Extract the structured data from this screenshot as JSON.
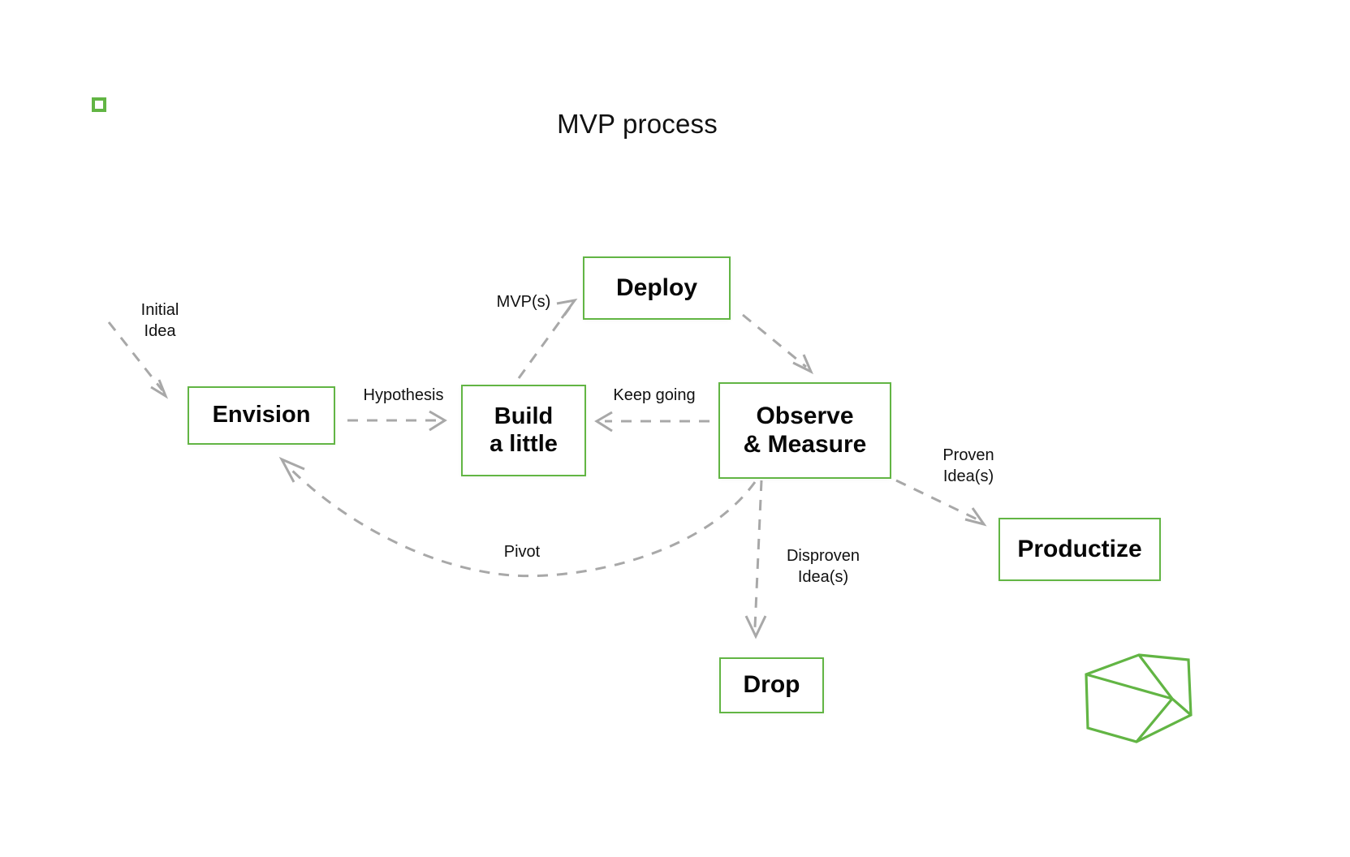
{
  "page": {
    "title": "MVP process",
    "background_color": "#ffffff",
    "accent_color": "#62b544",
    "text_color": "#111111",
    "connector_color": "#a8a8a8"
  },
  "logo": {
    "name": "green-square-mark",
    "color": "#62b544"
  },
  "nodes": [
    {
      "id": "envision",
      "label": "Envision"
    },
    {
      "id": "build",
      "label": "Build\na little"
    },
    {
      "id": "deploy",
      "label": "Deploy"
    },
    {
      "id": "observe",
      "label": "Observe\n& Measure"
    },
    {
      "id": "productize",
      "label": "Productize"
    },
    {
      "id": "drop",
      "label": "Drop"
    }
  ],
  "edges": [
    {
      "id": "initial-idea",
      "label": "Initial\nIdea",
      "from": "",
      "to": "envision"
    },
    {
      "id": "hypothesis",
      "label": "Hypothesis",
      "from": "envision",
      "to": "build"
    },
    {
      "id": "mvps",
      "label": "MVP(s)",
      "from": "build",
      "to": "deploy"
    },
    {
      "id": "deploy-observe",
      "label": "",
      "from": "deploy",
      "to": "observe"
    },
    {
      "id": "keep-going",
      "label": "Keep going",
      "from": "observe",
      "to": "build"
    },
    {
      "id": "pivot",
      "label": "Pivot",
      "from": "observe",
      "to": "envision"
    },
    {
      "id": "proven",
      "label": "Proven\nIdea(s)",
      "from": "observe",
      "to": "productize"
    },
    {
      "id": "disproven",
      "label": "Disproven\nIdea(s)",
      "from": "observe",
      "to": "drop"
    }
  ],
  "decoration": {
    "cube": {
      "name": "wireframe-cube",
      "color": "#62b544"
    }
  }
}
